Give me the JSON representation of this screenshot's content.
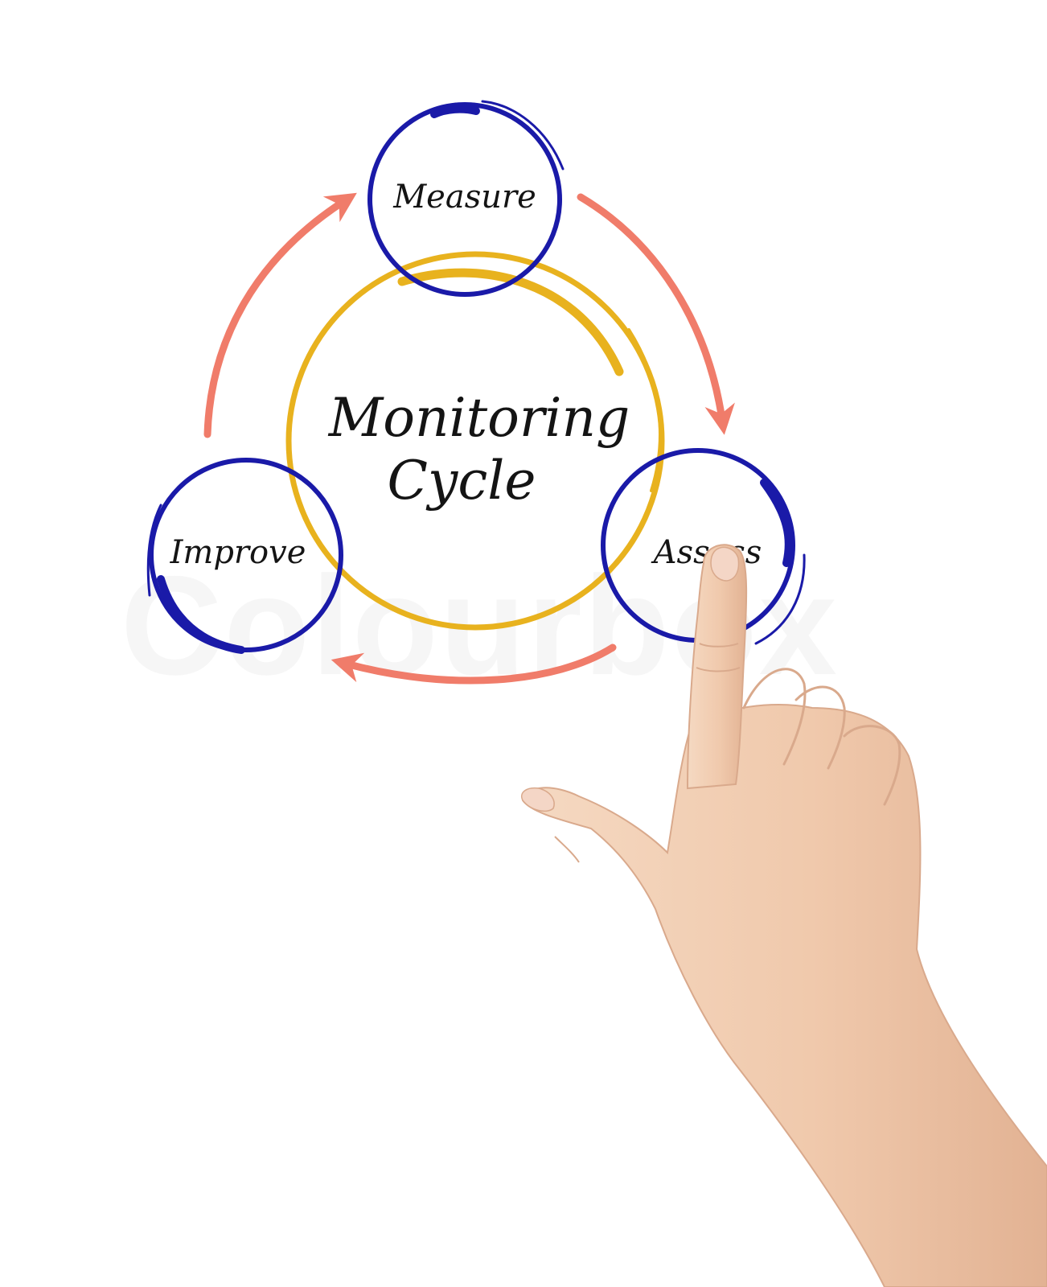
{
  "diagram": {
    "center_title_line1": "Monitoring",
    "center_title_line2": "Cycle",
    "nodes": [
      {
        "id": "measure",
        "label": "Measure"
      },
      {
        "id": "assess",
        "label": "Assess"
      },
      {
        "id": "improve",
        "label": "Improve"
      }
    ],
    "flow": [
      "measure",
      "assess",
      "improve",
      "measure"
    ]
  },
  "watermark": {
    "text": "Colourbox"
  },
  "colors": {
    "node_ring": "#1a1aa8",
    "center_ring": "#e8b21e",
    "arrow": "#f07c6a",
    "text": "#141414",
    "skin": "#f2cfb3",
    "skin_shadow": "#d9a98c",
    "nail": "#f4d6c6"
  }
}
